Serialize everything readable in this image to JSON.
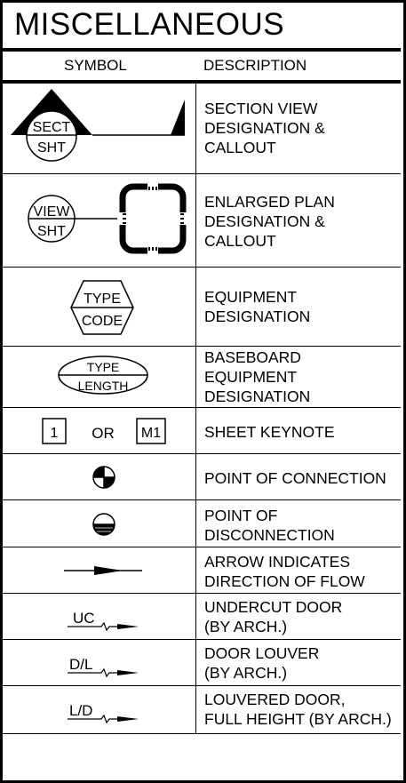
{
  "title": "MISCELLANEOUS",
  "headers": {
    "symbol": "SYMBOL",
    "description": "DESCRIPTION"
  },
  "rows": [
    {
      "description": "SECTION VIEW\nDESIGNATION &\nCALLOUT",
      "symbol_text": [
        "SECT",
        "SHT"
      ]
    },
    {
      "description": "ENLARGED PLAN\nDESIGNATION &\nCALLOUT",
      "symbol_text": [
        "VIEW",
        "SHT"
      ]
    },
    {
      "description": "EQUIPMENT\nDESIGNATION",
      "symbol_text": [
        "TYPE",
        "CODE"
      ]
    },
    {
      "description": "BASEBOARD\nEQUIPMENT\nDESIGNATION",
      "symbol_text": [
        "TYPE",
        "LENGTH"
      ]
    },
    {
      "description": "SHEET KEYNOTE",
      "symbol_text": [
        "1",
        "OR",
        "M1"
      ]
    },
    {
      "description": "POINT OF CONNECTION"
    },
    {
      "description": "POINT OF\nDISCONNECTION"
    },
    {
      "description": "ARROW INDICATES\nDIRECTION OF FLOW"
    },
    {
      "description": "UNDERCUT DOOR\n(BY ARCH.)",
      "symbol_text": [
        "UC"
      ]
    },
    {
      "description": "DOOR LOUVER\n(BY ARCH.)",
      "symbol_text": [
        "D/L"
      ]
    },
    {
      "description": "LOUVERED DOOR,\nFULL HEIGHT (BY ARCH.)",
      "symbol_text": [
        "L/D"
      ]
    }
  ]
}
